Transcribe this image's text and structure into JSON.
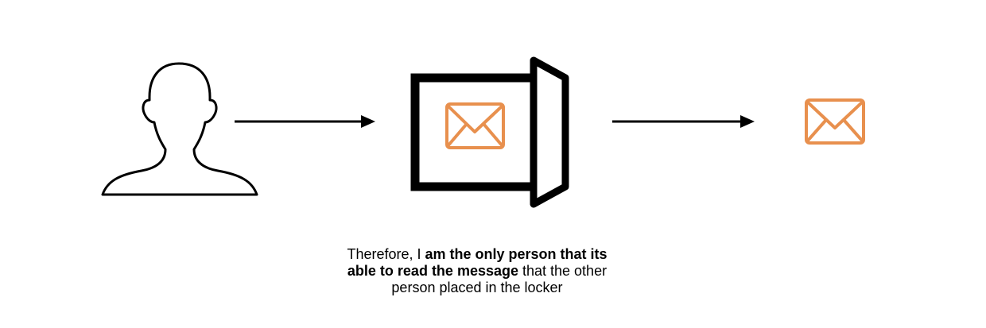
{
  "colors": {
    "stroke": "#000000",
    "envelope": "#E8904E",
    "background": "#ffffff"
  },
  "icons": {
    "person": "person-silhouette-icon",
    "locker": "locker-open-door-icon",
    "envelope_in_locker": "envelope-icon",
    "envelope_delivered": "envelope-icon",
    "arrow": "arrow-right-icon"
  },
  "caption": {
    "line1_normal": "Therefore, I ",
    "line1_bold": "am the only person that its",
    "line2_bold": "able to read the message",
    "line2_normal": " that the other",
    "line3_normal": "person placed in the locker"
  }
}
